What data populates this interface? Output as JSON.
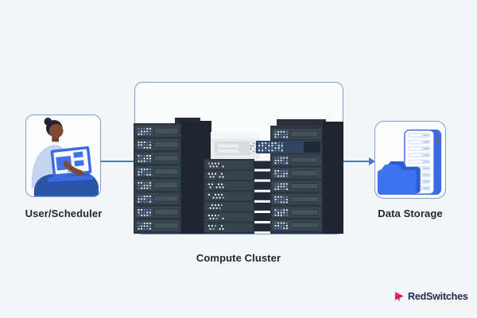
{
  "nodes": {
    "user": {
      "label": "User/Scheduler",
      "icon": "person-with-laptop-illustration"
    },
    "compute": {
      "label": "Compute Cluster",
      "icon": "server-racks-illustration"
    },
    "storage": {
      "label": "Data Storage",
      "icon": "folder-and-storage-tower-illustration"
    }
  },
  "connections": [
    {
      "from": "user",
      "to": "compute",
      "arrow": false
    },
    {
      "from": "compute",
      "to": "storage",
      "arrow": true
    }
  ],
  "brand": {
    "name": "RedSwitches",
    "icon": "redswitches-logo-icon"
  },
  "colors": {
    "background": "#f2f6f9",
    "node_fill": "#fcfeff",
    "node_border": "#7e9cd9",
    "connector": "#4a74c8",
    "label_text": "#1d2531",
    "accent_blue": "#3a6ce0",
    "folder_blue": "#3c73ee",
    "rack_dark": "#2c3741",
    "rack_row": "#3a4650",
    "rack_side": "#1d2630",
    "rack_slot": "#45515b",
    "rack_cap": "#222c36",
    "rack_highlight": "#32455f",
    "led_blue": "#5b80cf",
    "led_white": "#e9eef4",
    "light_rack": "#e9ebee",
    "brand_text": "#212a4d",
    "brand_red": "#ee2c4c",
    "brand_purple": "#9333ea"
  }
}
